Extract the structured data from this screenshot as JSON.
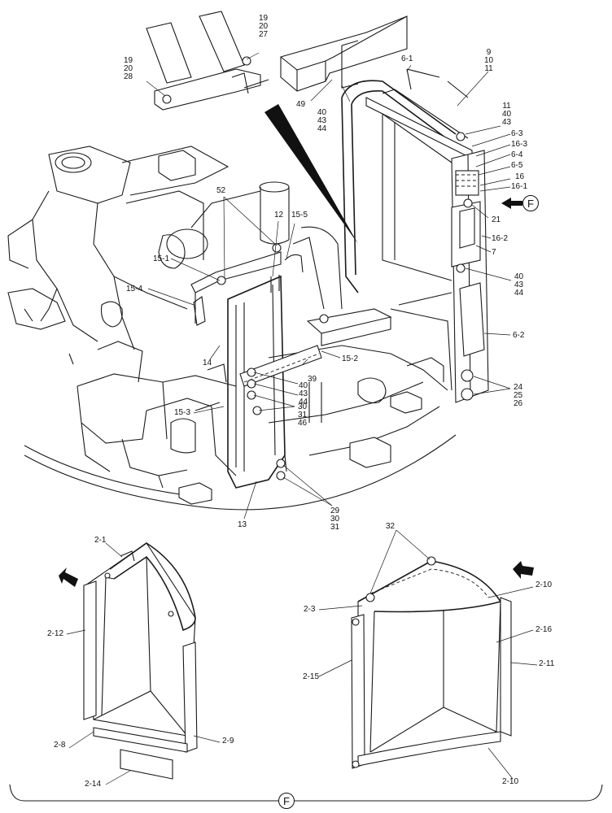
{
  "diagram": {
    "view_marker": "F",
    "callouts": {
      "top_bracket_a": [
        "19",
        "20",
        "27"
      ],
      "top_bracket_b": [
        "19",
        "20",
        "28"
      ],
      "duct_box": "49",
      "stack_40_top": [
        "40",
        "43",
        "44"
      ],
      "stack_9": [
        "9",
        "10",
        "11"
      ],
      "stack_11": [
        "11",
        "40",
        "43"
      ],
      "c_6_1": "6-1",
      "c_6_3": "6-3",
      "c_16_3": "16-3",
      "c_6_4": "6-4",
      "c_6_5": "6-5",
      "c_16": "16",
      "c_16_1": "16-1",
      "c_21": "21",
      "c_16_2": "16-2",
      "c_7": "7",
      "stack_40_right": [
        "40",
        "43",
        "44"
      ],
      "c_6_2": "6-2",
      "stack_24": [
        "24",
        "25",
        "26"
      ],
      "c_52": "52",
      "c_12": "12",
      "c_15_5": "15-5",
      "c_15_1": "15-1",
      "c_15_4": "15-4",
      "c_14": "14",
      "c_15_2": "15-2",
      "c_39": "39",
      "stack_40_mid": [
        "40",
        "43",
        "44"
      ],
      "stack_30": [
        "30",
        "31",
        "46"
      ],
      "c_15_3": "15-3",
      "c_13": "13",
      "stack_29": [
        "29",
        "30",
        "31"
      ],
      "c_2_1": "2-1",
      "c_2_12": "2-12",
      "c_2_8": "2-8",
      "c_2_9": "2-9",
      "c_2_14": "2-14",
      "c_32": "32",
      "c_2_10_top": "2-10",
      "c_2_3": "2-3",
      "c_2_16": "2-16",
      "c_2_15": "2-15",
      "c_2_11": "2-11",
      "c_2_10_bot": "2-10"
    }
  }
}
